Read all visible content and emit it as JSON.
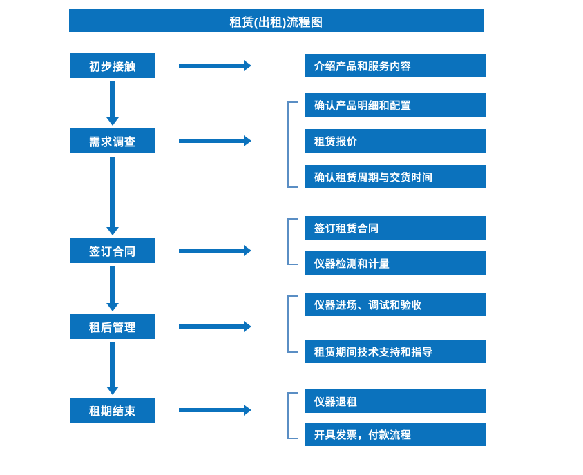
{
  "title": {
    "text": "租赁(出租)流程图"
  },
  "colors": {
    "primary_blue": "#0b72bd",
    "bracket_blue": "#5a8ec4",
    "text_on_blue": "#ffffff",
    "background": "#ffffff"
  },
  "stages": [
    {
      "label": "初步接触"
    },
    {
      "label": "需求调查"
    },
    {
      "label": "签订合同"
    },
    {
      "label": "租后管理"
    },
    {
      "label": "租期结束"
    }
  ],
  "details": [
    {
      "label": "介绍产品和服务内容"
    },
    {
      "label": "确认产品明细和配置"
    },
    {
      "label": "租赁报价"
    },
    {
      "label": "确认租赁周期与交货时间"
    },
    {
      "label": "签订租赁合同"
    },
    {
      "label": "仪器检测和计量"
    },
    {
      "label": "仪器进场、调试和验收"
    },
    {
      "label": "租赁期间技术支持和指导"
    },
    {
      "label": "仪器退租"
    },
    {
      "label": "开具发票，付款流程"
    }
  ],
  "connectors": {
    "right_arrow_count": 5,
    "down_arrow_count": 4,
    "bracket_count": 4
  }
}
